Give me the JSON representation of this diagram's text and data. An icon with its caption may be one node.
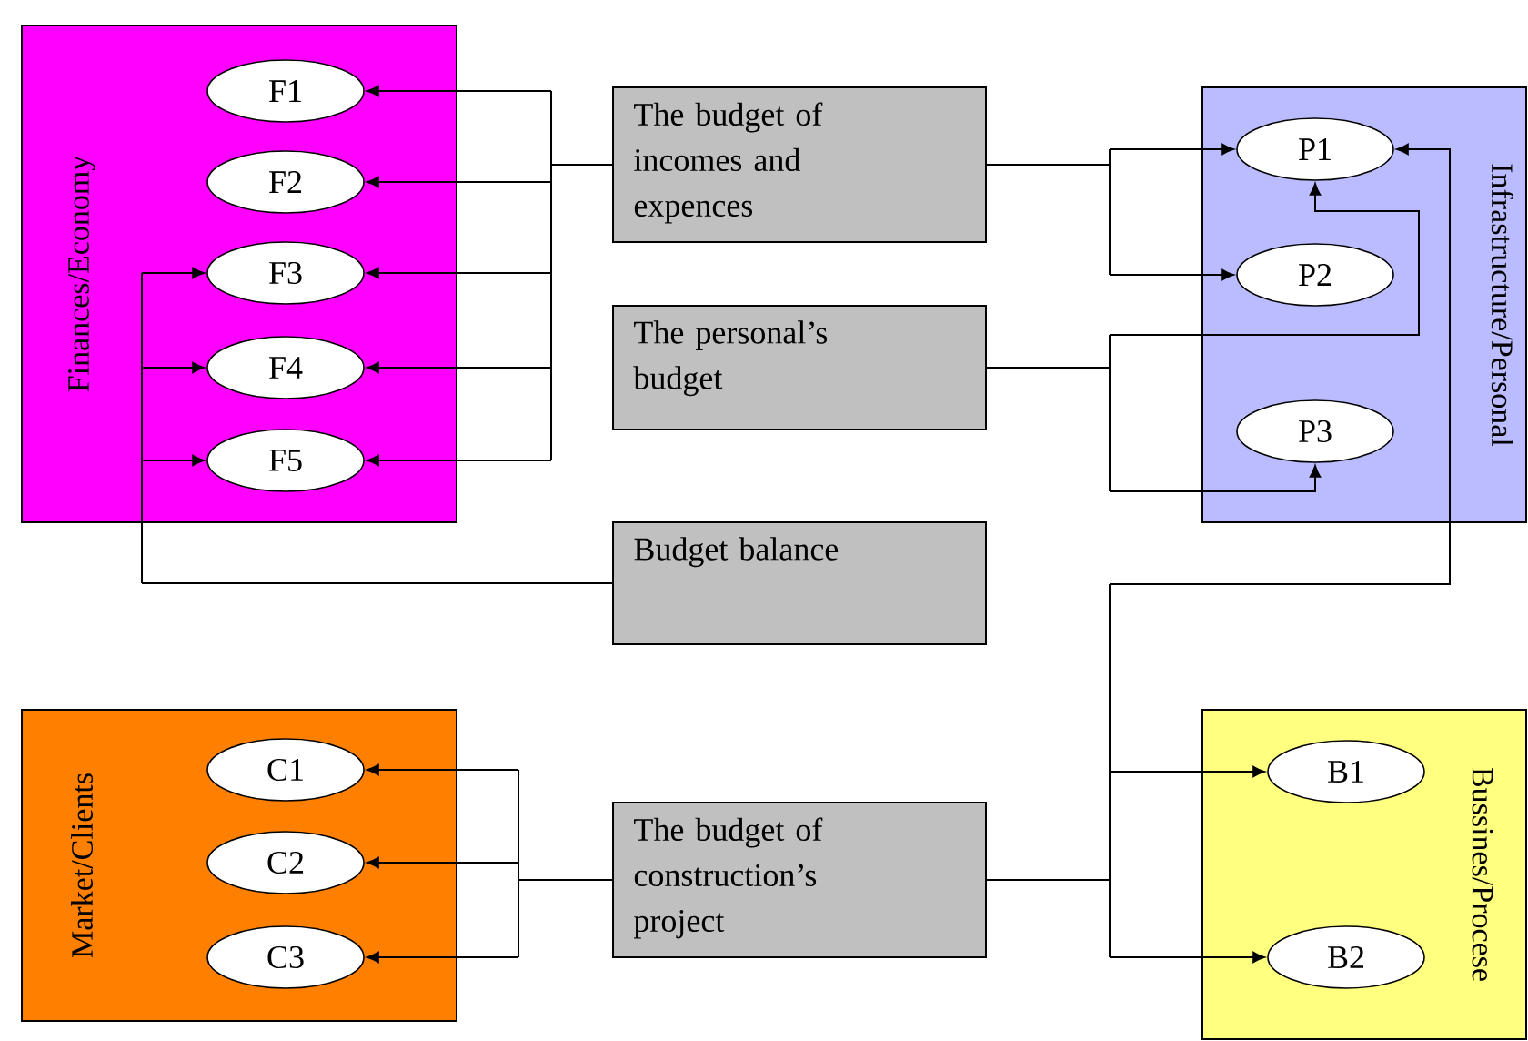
{
  "diagram": {
    "nodes": [
      {
        "text": [
          "Finances/Economy"
        ]
      },
      {
        "text": [
          "F1"
        ],
        "in": 0
      },
      {
        "text": [
          "F2"
        ],
        "in": 0
      },
      {
        "text": [
          "F3"
        ],
        "in": 0
      },
      {
        "text": [
          "F4"
        ],
        "in": 0
      },
      {
        "text": [
          "F5"
        ],
        "in": 0
      },
      {
        "text": [
          "The budget of incomes and expences"
        ]
      },
      {
        "text": [
          "The personal’s budget"
        ]
      },
      {
        "text": [
          "Budget balance"
        ]
      },
      {
        "text": [
          "Infrastructure/Personal"
        ]
      },
      {
        "text": [
          "P1"
        ],
        "in": 9
      },
      {
        "text": [
          "P2"
        ],
        "in": 9
      },
      {
        "text": [
          "P3"
        ],
        "in": 9
      },
      {
        "text": [
          "Market/Clients"
        ]
      },
      {
        "text": [
          "C1"
        ],
        "in": 13
      },
      {
        "text": [
          "C2"
        ],
        "in": 13
      },
      {
        "text": [
          "C3"
        ],
        "in": 13
      },
      {
        "text": [
          "The budget of construction’s project"
        ]
      },
      {
        "text": [
          "Bussines/Procese"
        ]
      },
      {
        "text": [
          "B1"
        ],
        "in": 18
      },
      {
        "text": [
          "B2"
        ],
        "in": 18
      }
    ],
    "edges": [
      {
        "from": 6,
        "to": 1,
        "arrow": "to"
      },
      {
        "from": 6,
        "to": 2,
        "arrow": "to"
      },
      {
        "from": 6,
        "to": 3,
        "arrow": "to"
      },
      {
        "from": 6,
        "to": 4,
        "arrow": "to"
      },
      {
        "from": 6,
        "to": 5,
        "arrow": "to"
      },
      {
        "from": 6,
        "to": 10,
        "arrow": "to"
      },
      {
        "from": 6,
        "to": 11,
        "arrow": "to"
      },
      {
        "from": 7,
        "to": 10,
        "arrow": "to"
      },
      {
        "from": 7,
        "to": 12,
        "arrow": "to"
      },
      {
        "from": 8,
        "to": 3,
        "arrow": "to"
      },
      {
        "from": 8,
        "to": 4,
        "arrow": "to"
      },
      {
        "from": 8,
        "to": 5,
        "arrow": "to"
      },
      {
        "from": 17,
        "to": 14,
        "arrow": "to"
      },
      {
        "from": 17,
        "to": 15,
        "arrow": "to"
      },
      {
        "from": 17,
        "to": 16,
        "arrow": "to"
      },
      {
        "from": 17,
        "to": 19,
        "arrow": "to"
      },
      {
        "from": 17,
        "to": 20,
        "arrow": "to"
      },
      {
        "from": 17,
        "to": 10,
        "arrow": "to"
      }
    ]
  }
}
